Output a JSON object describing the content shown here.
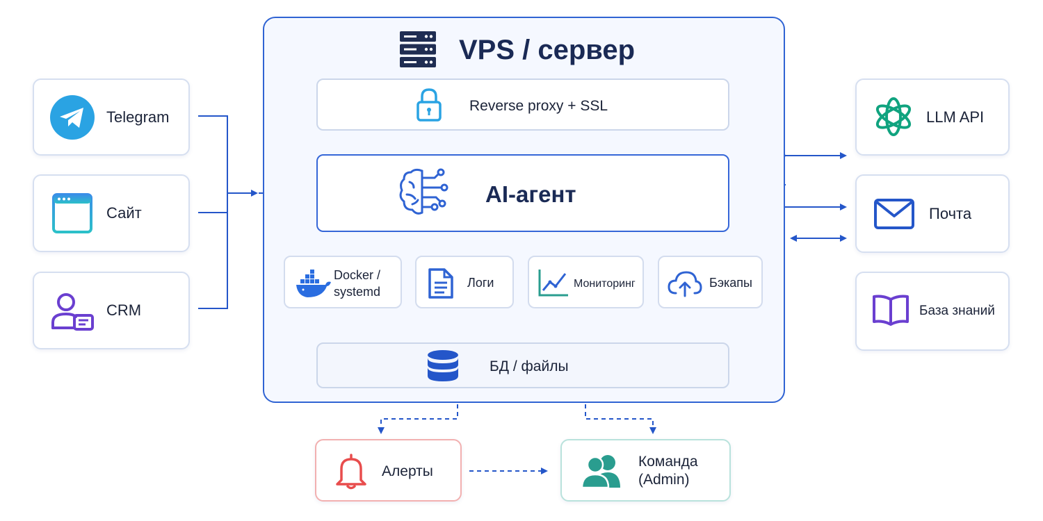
{
  "server": {
    "title": "VPS / сервер"
  },
  "proxy": {
    "label": "Reverse proxy + SSL"
  },
  "agent": {
    "label": "AI-агент"
  },
  "tools": {
    "docker_line1": "Docker /",
    "docker_line2": "systemd",
    "logs": "Логи",
    "monitoring": "Мониторинг",
    "backups": "Бэкапы"
  },
  "storage": {
    "label": "БД / файлы"
  },
  "inputs": {
    "telegram": "Telegram",
    "site": "Сайт",
    "crm": "CRM"
  },
  "services": {
    "llm": "LLM API",
    "mail": "Почта",
    "kb": "База знаний"
  },
  "bottom": {
    "alerts": "Алерты",
    "team_line1": "Команда",
    "team_line2": "(Admin)"
  },
  "colors": {
    "accent": "#2f63d3",
    "connector": "#2456c9",
    "alert": "#e84d4d",
    "team": "#2a9d8f",
    "telegram": "#2aa3e3",
    "crm": "#6a3fd0"
  }
}
